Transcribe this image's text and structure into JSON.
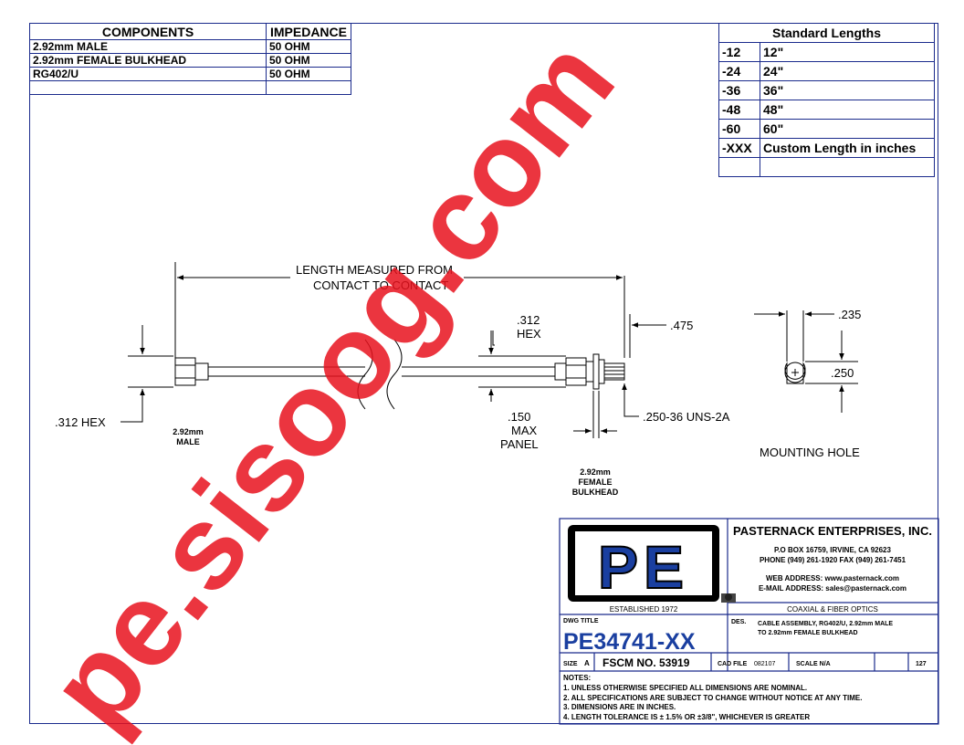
{
  "components_table": {
    "headers": [
      "COMPONENTS",
      "IMPEDANCE"
    ],
    "rows": [
      [
        "2.92mm MALE",
        "50 OHM"
      ],
      [
        "2.92mm FEMALE BULKHEAD",
        "50 OHM"
      ],
      [
        "RG402/U",
        "50 OHM"
      ],
      [
        "",
        ""
      ]
    ]
  },
  "lengths_table": {
    "title": "Standard Lengths",
    "rows": [
      [
        "-12",
        "12\""
      ],
      [
        "-24",
        "24\""
      ],
      [
        "-36",
        "36\""
      ],
      [
        "-48",
        "48\""
      ],
      [
        "-60",
        "60\""
      ],
      [
        "-XXX",
        "Custom Length in inches"
      ],
      [
        "",
        ""
      ]
    ]
  },
  "drawing": {
    "length_label_1": "LENGTH MEASURED FROM",
    "length_label_2": "CONTACT TO CONTACT",
    "hex_left": ".312 HEX",
    "male_1": "2.92mm",
    "male_2": "MALE",
    "hex_right_1": ".312",
    "hex_right_2": "HEX",
    "dim_475": ".475",
    "dim_150_1": ".150",
    "dim_150_2": "MAX",
    "dim_150_3": "PANEL",
    "thread": ".250-36 UNS-2A",
    "female_1": "2.92mm",
    "female_2": "FEMALE",
    "female_3": "BULKHEAD",
    "dim_235": ".235",
    "dim_250": ".250",
    "mounting_hole": "MOUNTING HOLE"
  },
  "title_block": {
    "logo_text": "PE",
    "established": "ESTABLISHED 1972",
    "company": "PASTERNACK ENTERPRISES, INC.",
    "address": "P.O BOX 16759,  IRVINE, CA 92623",
    "phone": "PHONE (949) 261-1920  FAX (949) 261-7451",
    "web": "WEB ADDRESS:  www.pasternack.com",
    "email": "E-MAIL ADDRESS:  sales@pasternack.com",
    "tagline": "COAXIAL & FIBER OPTICS",
    "dwg_title_label": "DWG TITLE",
    "dwg_number": "PE34741-XX",
    "des_label": "DES.",
    "des_1": "CABLE ASSEMBLY, RG402/U, 2.92mm MALE",
    "des_2": "TO 2.92mm FEMALE BULKHEAD",
    "size_label": "SIZE",
    "size_value": "A",
    "fscm": "FSCM NO.  53919",
    "cad_file_label": "CAD FILE",
    "cad_file_value": "082107",
    "scale": "SCALE  N/A",
    "sheet": "127",
    "notes_label": "NOTES:",
    "notes": [
      "1.  UNLESS OTHERWISE SPECIFIED ALL DIMENSIONS ARE NOMINAL.",
      "2.  ALL SPECIFICATIONS ARE SUBJECT TO CHANGE WITHOUT NOTICE AT ANY TIME.",
      "3.  DIMENSIONS ARE IN INCHES.",
      "4.  LENGTH TOLERANCE IS ± 1.5% OR ±3/8\", WHICHEVER IS GREATER"
    ]
  },
  "watermark": "pe.sisoog.com",
  "colors": {
    "frame": "#1a2a8c",
    "logo_fill": "#1a3fa0",
    "watermark": "#e8121d"
  }
}
